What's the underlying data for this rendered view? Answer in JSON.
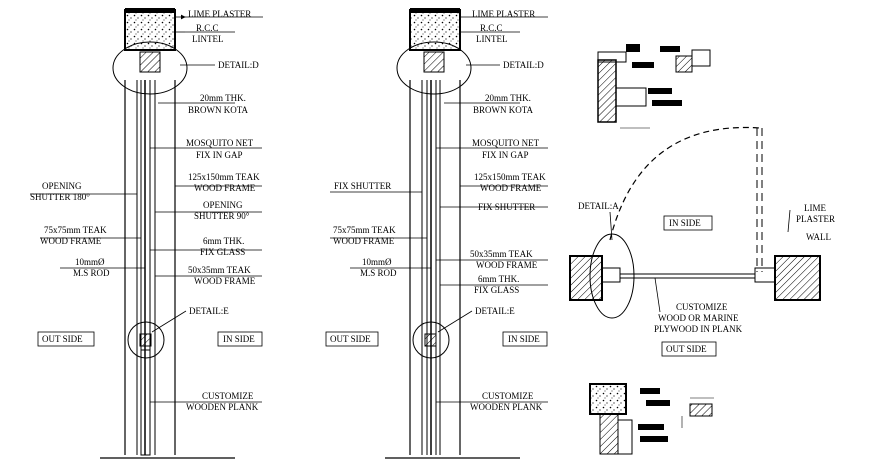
{
  "section_left": {
    "labels_right": {
      "lime_plaster": "LIME PLASTER",
      "rcc": "R.C.C",
      "lintel": "LINTEL",
      "detail_d": "DETAIL:D",
      "kota_1": "20mm THK.",
      "kota_2": "BROWN KOTA",
      "mosq_1": "MOSQUITO NET",
      "mosq_2": "FIX IN GAP",
      "frame125_1": "125x150mm TEAK",
      "frame125_2": "WOOD FRAME",
      "open90_1": "OPENING",
      "open90_2": "SHUTTER 90°",
      "glass_1": "6mm THK.",
      "glass_2": "FIX GLASS",
      "frame50_1": "50x35mm TEAK",
      "frame50_2": "WOOD FRAME",
      "detail_e": "DETAIL:E",
      "in_side": "IN SIDE",
      "plank_1": "CUSTOMIZE",
      "plank_2": "WOODEN PLANK"
    },
    "labels_left": {
      "open180_1": "OPENING",
      "open180_2": "SHUTTER 180°",
      "frame75_1": "75x75mm TEAK",
      "frame75_2": "WOOD FRAME",
      "rod_1": "10mmØ",
      "rod_2": "M.S ROD",
      "out_side": "OUT SIDE"
    }
  },
  "section_middle": {
    "labels_right": {
      "lime_plaster": "LIME PLASTER",
      "rcc": "R.C.C",
      "lintel": "LINTEL",
      "detail_d": "DETAIL:D",
      "kota_1": "20mm THK.",
      "kota_2": "BROWN KOTA",
      "mosq_1": "MOSQUITO NET",
      "mosq_2": "FIX IN GAP",
      "frame125_1": "125x150mm TEAK",
      "frame125_2": "WOOD FRAME",
      "fix_shutter": "FIX SHUTTER",
      "frame50_1": "50x35mm TEAK",
      "frame50_2": "WOOD FRAME",
      "glass_1": "6mm THK.",
      "glass_2": "FIX GLASS",
      "detail_e": "DETAIL:E",
      "in_side": "IN SIDE",
      "plank_1": "CUSTOMIZE",
      "plank_2": "WOODEN PLANK"
    },
    "labels_left": {
      "fix_shutter": "FIX SHUTTER",
      "frame75_1": "75x75mm TEAK",
      "frame75_2": "WOOD FRAME",
      "rod_1": "10mmØ",
      "rod_2": "M.S ROD",
      "out_side": "OUT SIDE"
    }
  },
  "plan": {
    "detail_a": "DETAIL:A",
    "in_side": "IN SIDE",
    "lime_plaster_1": "LIME",
    "lime_plaster_2": "PLASTER",
    "wall": "WALL",
    "plank_1": "CUSTOMIZE",
    "plank_2": "WOOD OR MARINE",
    "plank_3": "PLYWOOD IN PLANK",
    "out_side": "OUT SIDE"
  }
}
